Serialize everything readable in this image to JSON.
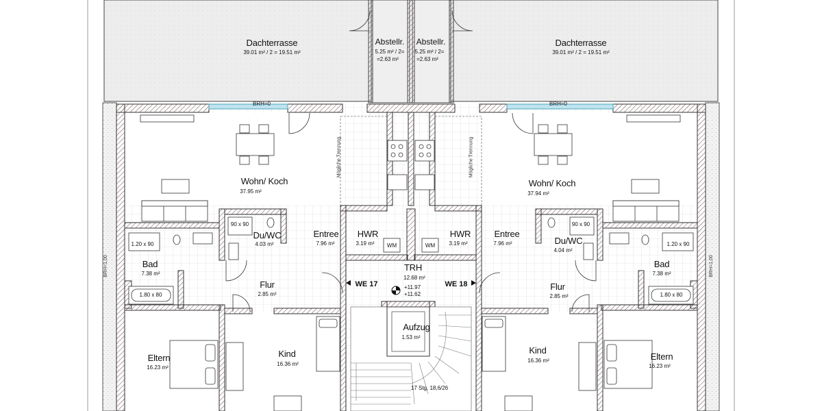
{
  "rooms": {
    "dachterrasse_left": {
      "name": "Dachterrasse",
      "area": "39.01 m² / 2 = 19.51 m²"
    },
    "dachterrasse_right": {
      "name": "Dachterrasse",
      "area": "39.01 m² / 2 = 19.51 m²"
    },
    "abstell_left": {
      "name": "Abstellr.",
      "area1": "5.25 m² / 2=",
      "area2": "=2.63 m²"
    },
    "abstell_right": {
      "name": "Abstellr.",
      "area1": "5.25 m² / 2=",
      "area2": "=2.63 m²"
    },
    "wohn_left": {
      "name": "Wohn/ Koch",
      "area": "37.95 m²"
    },
    "wohn_right": {
      "name": "Wohn/ Koch",
      "area": "37.94 m²"
    },
    "duwc_left": {
      "name": "Du/WC",
      "area": "4.03 m²"
    },
    "duwc_right": {
      "name": "Du/WC",
      "area": "4.04 m²"
    },
    "entree_left": {
      "name": "Entree",
      "area": "7.96 m²"
    },
    "entree_right": {
      "name": "Entree",
      "area": "7.96 m²"
    },
    "hwr_left": {
      "name": "HWR",
      "area": "3.19 m²"
    },
    "hwr_right": {
      "name": "HWR",
      "area": "3.19 m²"
    },
    "bad_left": {
      "name": "Bad",
      "area": "7.38 m²"
    },
    "bad_right": {
      "name": "Bad",
      "area": "7.38 m²"
    },
    "flur_left": {
      "name": "Flur",
      "area": "2.85 m²"
    },
    "flur_right": {
      "name": "Flur",
      "area": "2.85 m²"
    },
    "trh": {
      "name": "TRH",
      "area": "12.68 m²",
      "level1": "+11.97",
      "level2": "+11.62"
    },
    "aufzug": {
      "name": "Aufzug",
      "area": "1.53 m²"
    },
    "kind_left": {
      "name": "Kind",
      "area": "16.36 m²"
    },
    "kind_right": {
      "name": "Kind",
      "area": "16.36 m²"
    },
    "eltern_left": {
      "name": "Eltern",
      "area": "16.23 m²"
    },
    "eltern_right": {
      "name": "Eltern",
      "area": "16.23 m²"
    }
  },
  "units": {
    "left": "WE 17",
    "right": "WE 18"
  },
  "annotations": {
    "brh_top": "BRH=0",
    "brh_side": "BRH=1,00",
    "trennung": "Mögliche Trennung",
    "stairs": "17 Stg. 18,6/26",
    "wm": "WM",
    "shower": "90 x 90",
    "tub": "1.80 x 80",
    "shower_bad": "1.20 x 90"
  },
  "colors": {
    "wall": "#b89a9a",
    "floor_hatch": "#d9d9d9",
    "terrace": "#ececec",
    "line": "#222222",
    "glass": "#7fc6d9"
  }
}
